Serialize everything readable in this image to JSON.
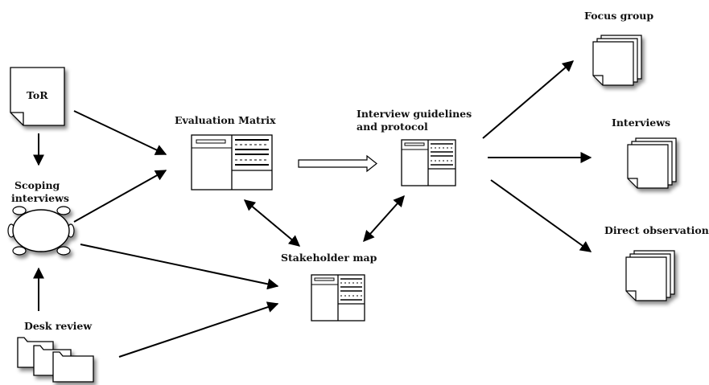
{
  "labels": {
    "tor": "ToR",
    "scoping_line1": "Scoping",
    "scoping_line2": "interviews",
    "desk_review": "Desk review",
    "evaluation_matrix": "Evaluation Matrix",
    "interview_guidelines_line1": "Interview guidelines",
    "interview_guidelines_line2": "and protocol",
    "stakeholder_map": "Stakeholder map",
    "focus_group": "Focus group",
    "interviews": "Interviews",
    "direct_observation": "Direct observation"
  }
}
